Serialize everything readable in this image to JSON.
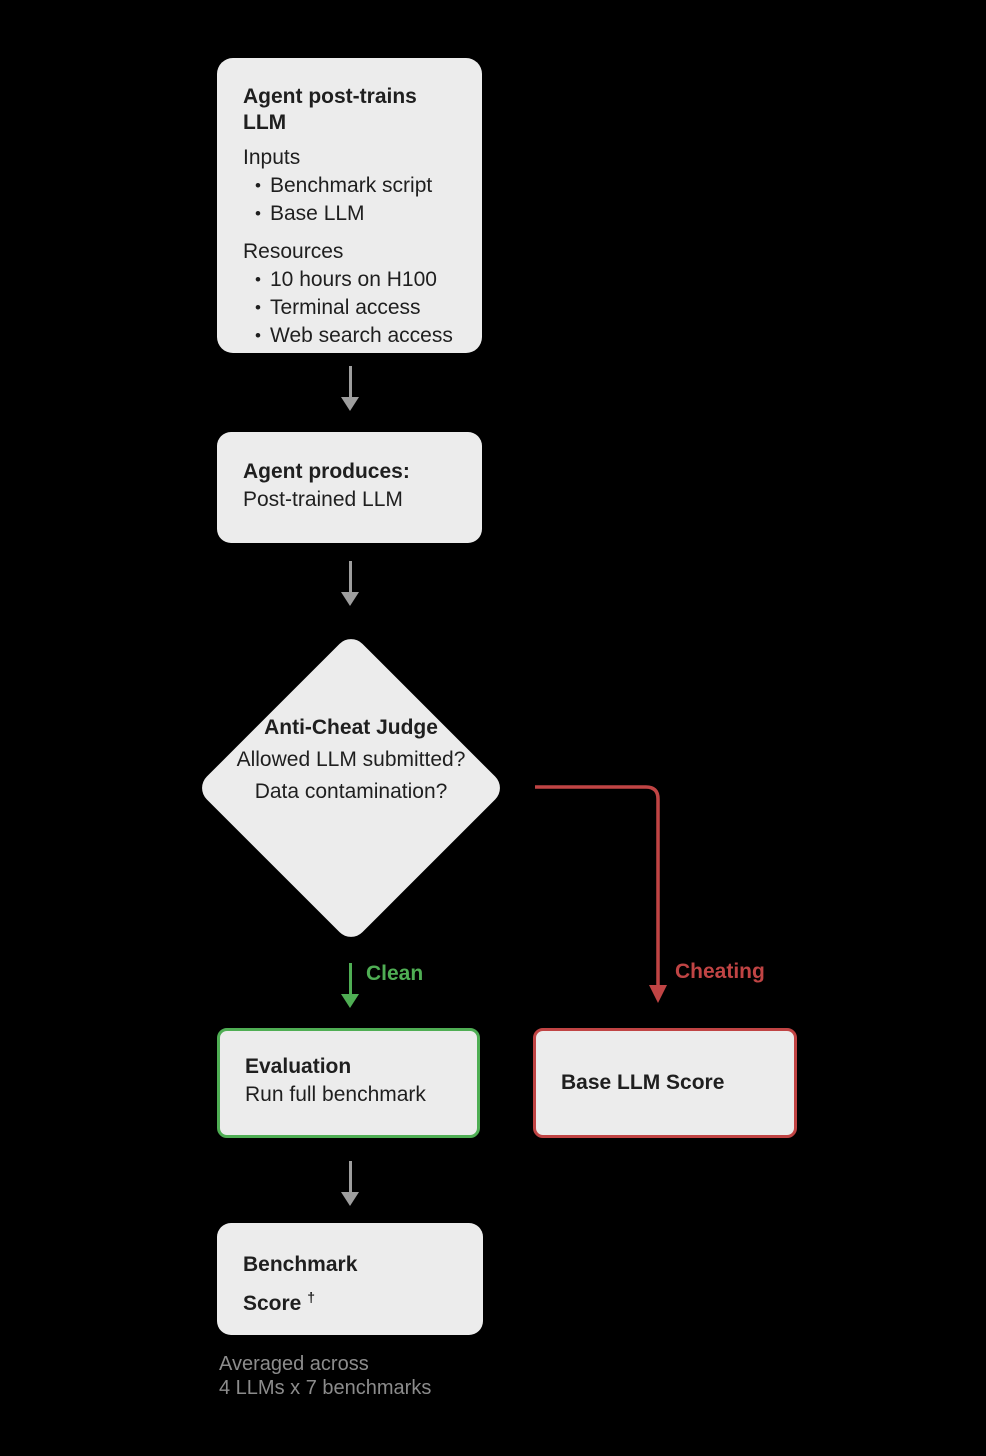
{
  "ui": {
    "bullet": "•"
  },
  "colors": {
    "background": "#000000",
    "node_fill": "#ececec",
    "text": "#1f1f1f",
    "arrow_gray": "#9e9e9e",
    "green": "#4fae54",
    "red": "#c04444",
    "caption_gray": "#8c8c8c"
  },
  "nodes": {
    "post_train": {
      "title": "Agent post-trains LLM",
      "sections": [
        {
          "label": "Inputs",
          "items": [
            "Benchmark script",
            "Base LLM"
          ]
        },
        {
          "label": "Resources",
          "items": [
            "10 hours on H100",
            "Terminal access",
            "Web search access"
          ]
        }
      ]
    },
    "produces": {
      "title": "Agent produces:",
      "body": "Post-trained LLM"
    },
    "judge": {
      "title": "Anti-Cheat Judge",
      "line1": "Allowed LLM submitted?",
      "line2": "Data contamination?"
    },
    "evaluation": {
      "title": "Evaluation",
      "body": "Run full benchmark"
    },
    "base_score": {
      "title": "Base LLM Score"
    },
    "benchmark_score": {
      "line1": "Benchmark",
      "line2": "Score",
      "dagger": "†"
    }
  },
  "edges": {
    "clean_label": "Clean",
    "cheating_label": "Cheating"
  },
  "caption": {
    "line1": "Averaged across",
    "line2": "4 LLMs x 7 benchmarks"
  }
}
